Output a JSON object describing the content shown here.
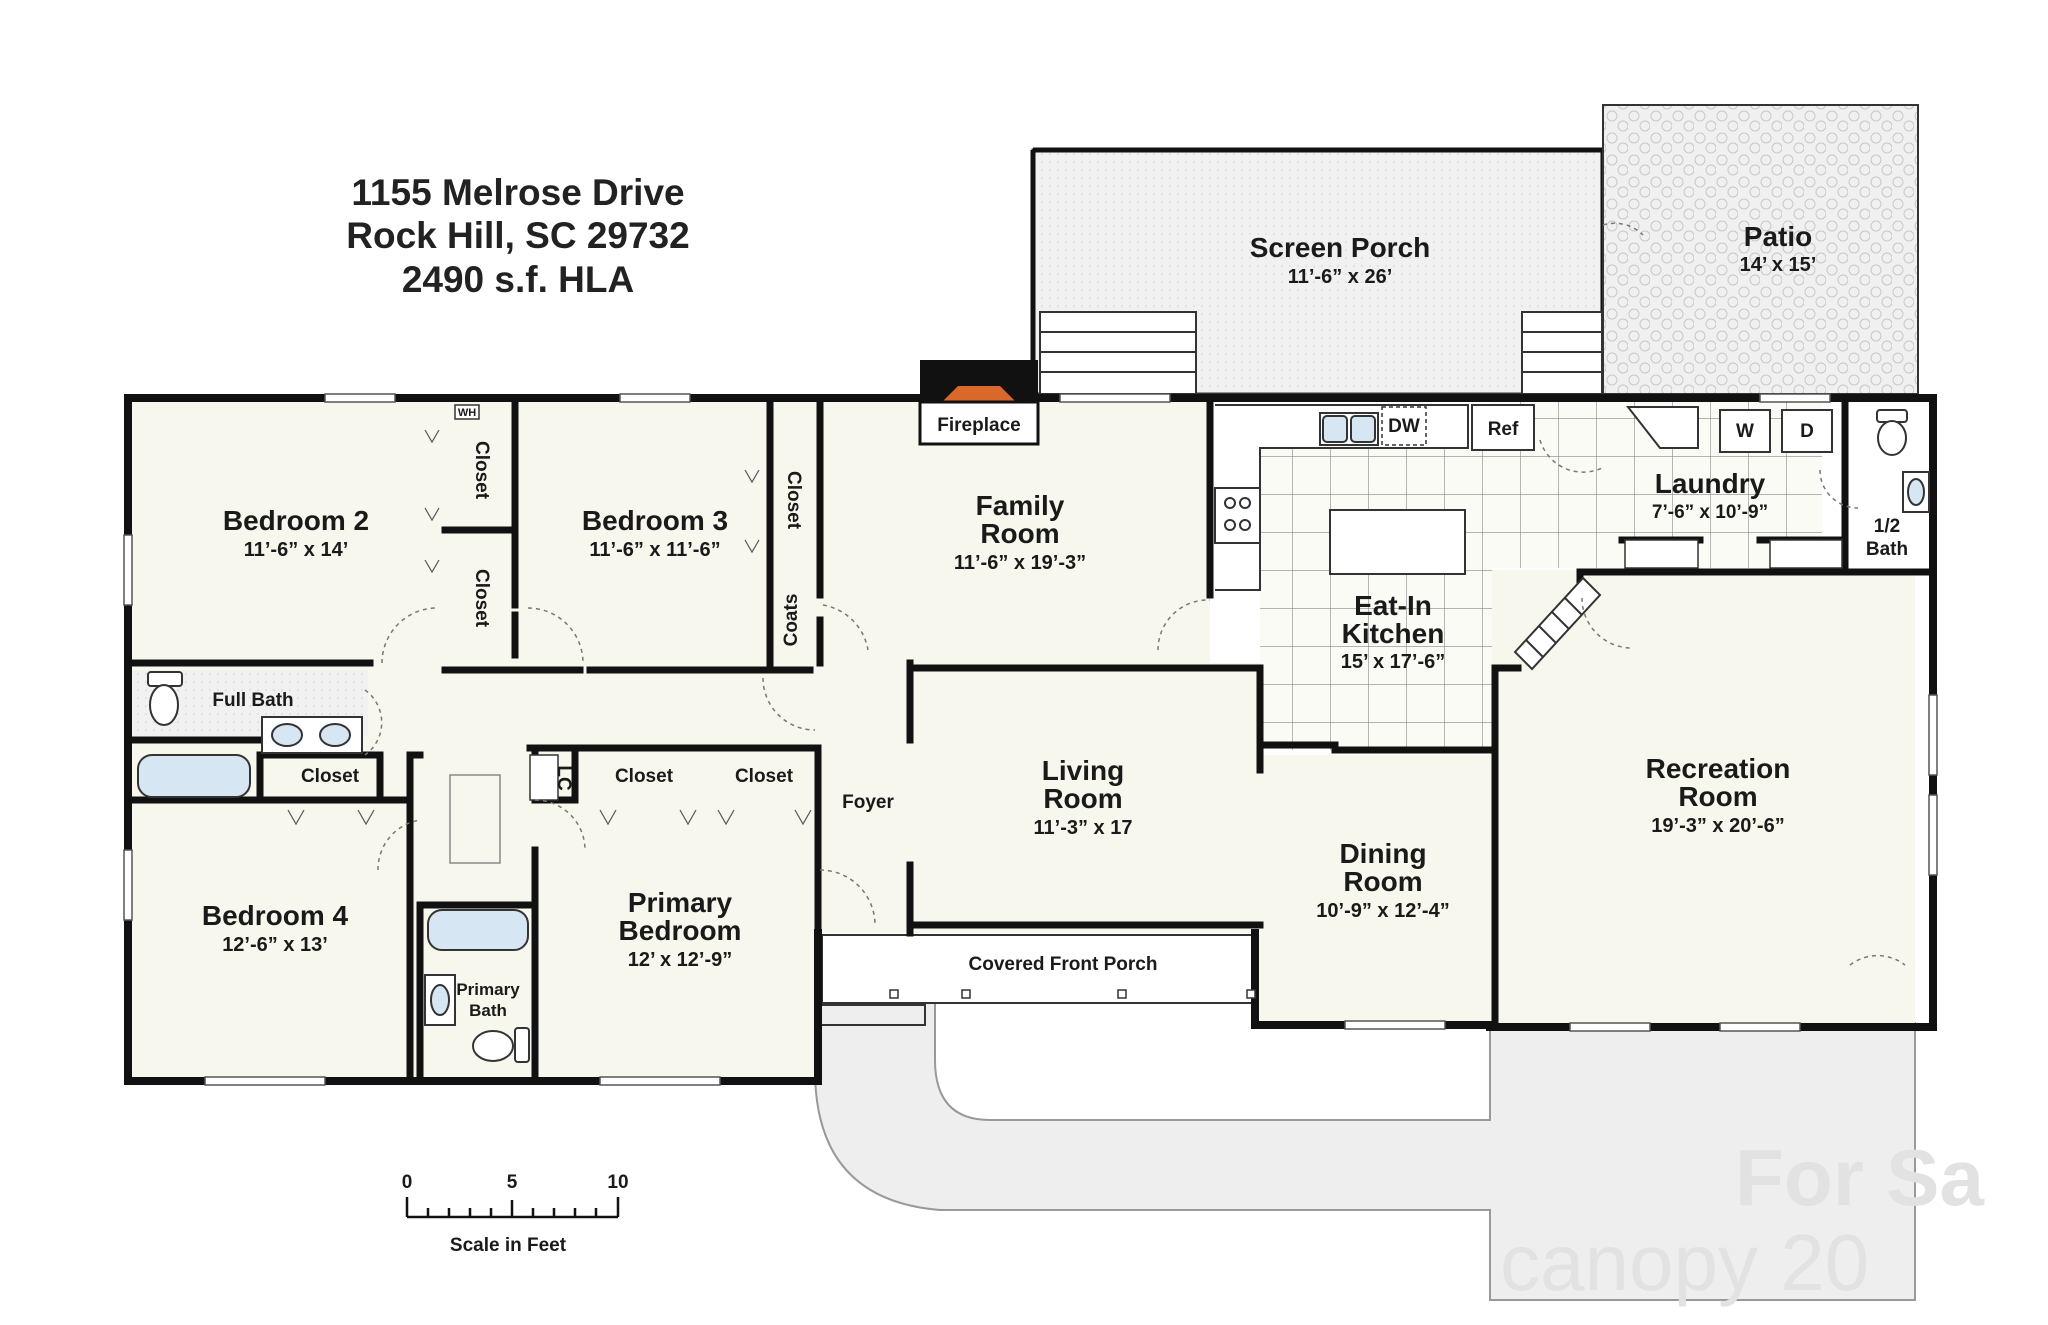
{
  "header": {
    "address_line1": "1155 Melrose Drive",
    "address_line2": "Rock Hill, SC 29732",
    "area": "2490 s.f. HLA"
  },
  "rooms": {
    "screen_porch": {
      "name": "Screen Porch",
      "dims": "11’-6” x 26’"
    },
    "patio": {
      "name": "Patio",
      "dims": "14’ x 15’"
    },
    "bedroom2": {
      "name": "Bedroom 2",
      "dims": "11’-6” x 14’"
    },
    "bedroom3": {
      "name": "Bedroom 3",
      "dims": "11’-6” x 11’-6”"
    },
    "family_room": {
      "name_line1": "Family",
      "name_line2": "Room",
      "dims": "11’-6” x 19’-3”"
    },
    "kitchen": {
      "name_line1": "Eat-In",
      "name_line2": "Kitchen",
      "dims": "15’ x 17’-6”"
    },
    "laundry": {
      "name": "Laundry",
      "dims": "7’-6” x 10’-9”"
    },
    "half_bath": {
      "name_line1": "1/2",
      "name_line2": "Bath"
    },
    "recreation_room": {
      "name_line1": "Recreation",
      "name_line2": "Room",
      "dims": "19’-3” x 20’-6”"
    },
    "living_room": {
      "name_line1": "Living",
      "name_line2": "Room",
      "dims": "11’-3” x 17"
    },
    "dining_room": {
      "name_line1": "Dining",
      "name_line2": "Room",
      "dims": "10’-9” x 12’-4”"
    },
    "bedroom4": {
      "name": "Bedroom 4",
      "dims": "12’-6” x 13’"
    },
    "primary_bedroom": {
      "name_line1": "Primary",
      "name_line2": "Bedroom",
      "dims": "12’ x 12’-9”"
    },
    "primary_bath": {
      "name_line1": "Primary",
      "name_line2": "Bath"
    },
    "full_bath": {
      "name": "Full Bath"
    },
    "foyer": {
      "name": "Foyer"
    },
    "covered_front_porch": {
      "name": "Covered Front Porch"
    }
  },
  "labels": {
    "fireplace": "Fireplace",
    "closet": "Closet",
    "coats": "Coats",
    "lc": "LC",
    "wh": "WH",
    "dw": "DW",
    "ref": "Ref",
    "washer": "W",
    "dryer": "D"
  },
  "scale": {
    "ticks": [
      "0",
      "5",
      "10"
    ],
    "caption": "Scale in Feet"
  },
  "watermark": {
    "line1": "For Sa",
    "line2": "canopy 20"
  },
  "colors": {
    "floor": "#f7f7ee",
    "wall": "#111111",
    "fireplace": "#d9682b",
    "fixture": "#d6e6f2",
    "driveway": "#eeeeee",
    "watermark": "#e2e2e2"
  }
}
